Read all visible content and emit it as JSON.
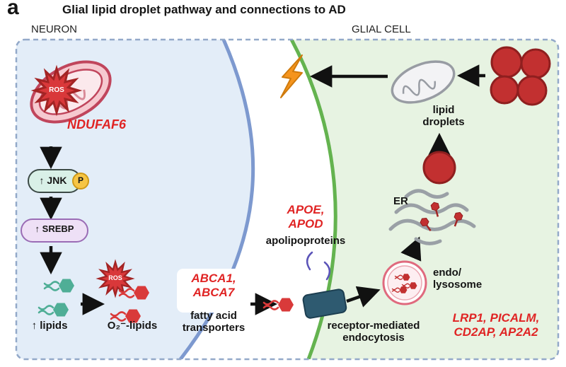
{
  "panel_label": "a",
  "title": "Glial lipid droplet pathway and connections to AD",
  "regions": {
    "neuron_label": "NEURON",
    "glial_label": "GLIAL CELL"
  },
  "neuron": {
    "ros_mito": "ROS",
    "gene": "NDUFAF6",
    "jnk": "↑ JNK",
    "phospho": "P",
    "srebp": "↑ SREBP",
    "lipids": "↑ lipids",
    "ros_burst": "ROS",
    "oxidized_lipids": "O₂⁻-lipids"
  },
  "transport": {
    "transporter_genes": "ABCA1,\nABCA7",
    "transporter_desc": "fatty acid\ntransporters",
    "apolipoprotein_genes": "APOE,\nAPOD",
    "apolipoprotein_desc": "apolipoproteins"
  },
  "glial": {
    "endocytosis_desc": "receptor-mediated\nendocytosis",
    "endocytosis_genes": "LRP1, PICALM,\nCD2AP, AP2A2",
    "endolysosome": "endo/\nlysosome",
    "er": "ER",
    "lipid_droplets": "lipid\ndroplets"
  },
  "icons": {
    "neuron_mitochondrion": "pink-mitochondrion",
    "glial_mitochondrion": "gray-mitochondrion",
    "ros": "star-burst",
    "lipid": "hexagon-with-tails",
    "lightning": "lightning-bolt",
    "droplet": "red-circle",
    "endolysosome": "double-membrane-vesicle",
    "er": "wavy-membrane-stack",
    "receptor": "dark-block",
    "apolipoprotein": "purple-arc",
    "phospho": "yellow-circle-P"
  },
  "colors": {
    "gene_red": "#e02424",
    "neuron_fill": "#e3edf8",
    "neuron_membrane": "#7d99cf",
    "glial_fill": "#e7f3e2",
    "glial_membrane": "#64b34f",
    "lipid_teal": "#4fae96",
    "lipid_red": "#d93a3a",
    "droplet_red": "#c23030",
    "droplet_stroke": "#8f1f1f",
    "receptor_dark": "#2e5a70",
    "lightning_orange": "#f5941d",
    "phospho_yellow": "#f6c544",
    "er_gray": "#9aa0a6",
    "border_dash": "#93a9c9"
  }
}
